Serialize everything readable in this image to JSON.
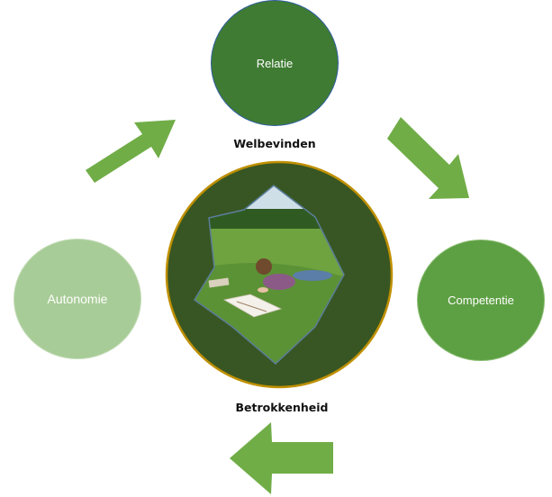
{
  "nodes": {
    "relatie": "Relatie",
    "competentie": "Competentie",
    "autonomie": "Autonomie"
  },
  "center": {
    "top_label": "Welbevinden",
    "bottom_label": "Betrokkenheid"
  },
  "colors": {
    "relatie": "#3f7b33",
    "competentie": "#5d9f43",
    "autonomie": "#a8cc97",
    "center_disc": "#385623",
    "center_ring": "#bf9000",
    "arrow": "#70ad47"
  }
}
